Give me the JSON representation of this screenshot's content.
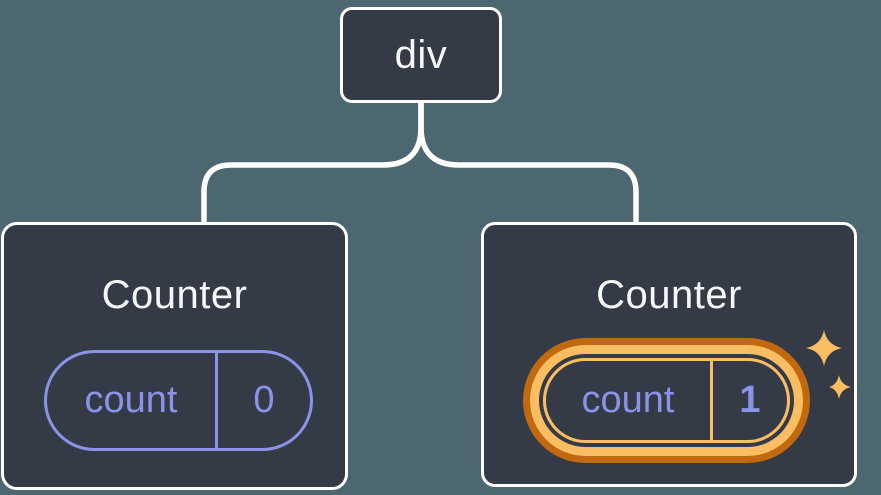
{
  "tree": {
    "root_label": "div",
    "children": [
      {
        "title": "Counter",
        "state_key": "count",
        "state_value": "0",
        "highlighted": false
      },
      {
        "title": "Counter",
        "state_key": "count",
        "state_value": "1",
        "highlighted": true
      }
    ]
  },
  "icons": {
    "sparkles": "sparkles-icon"
  },
  "colors": {
    "canvas-bg": "#4C6770",
    "card-bg": "#343A46",
    "line-white": "#FFFFFF",
    "text-light": "#F6F7F9",
    "purple": "#8A93E8",
    "orange-dark": "#C1690F",
    "orange-light": "#FABD62"
  }
}
